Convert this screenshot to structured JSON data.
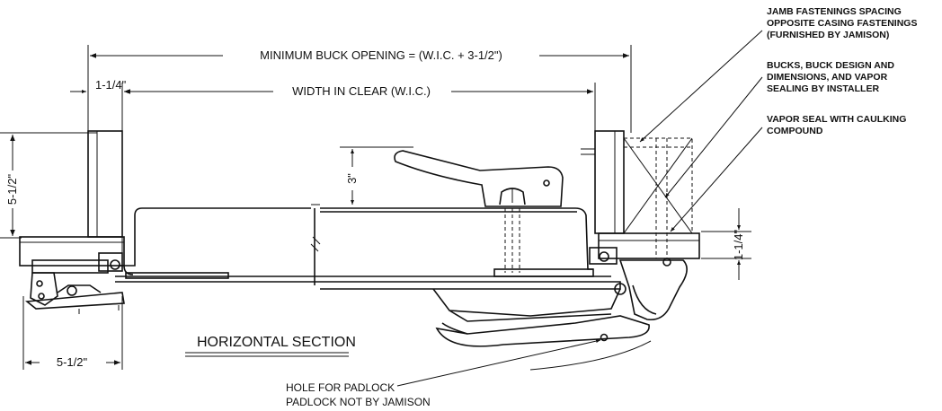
{
  "dimensions": {
    "min_buck_opening": "MINIMUM BUCK OPENING = (W.I.C. + 3-1/2\")",
    "width_in_clear": "WIDTH IN CLEAR (W.I.C.)",
    "left_offset": "1-1/4\"",
    "left_height": "5-1/2\"",
    "bottom_width": "5-1/2\"",
    "door_thickness": "3\"",
    "right_offset": "1-1/4\""
  },
  "notes": {
    "jamb_line1": "JAMB FASTENINGS SPACING",
    "jamb_line2": "OPPOSITE CASING FASTENINGS",
    "jamb_line3": "(FURNISHED BY JAMISON)",
    "bucks_line1": "BUCKS, BUCK DESIGN AND",
    "bucks_line2": "DIMENSIONS, AND VAPOR",
    "bucks_line3": "SEALING BY INSTALLER",
    "vapor_line1": "VAPOR SEAL WITH CAULKING",
    "vapor_line2": "COMPOUND"
  },
  "caption": "HORIZONTAL SECTION",
  "padlock": {
    "line1": "HOLE FOR PADLOCK",
    "line2": "PADLOCK NOT BY JAMISON"
  }
}
